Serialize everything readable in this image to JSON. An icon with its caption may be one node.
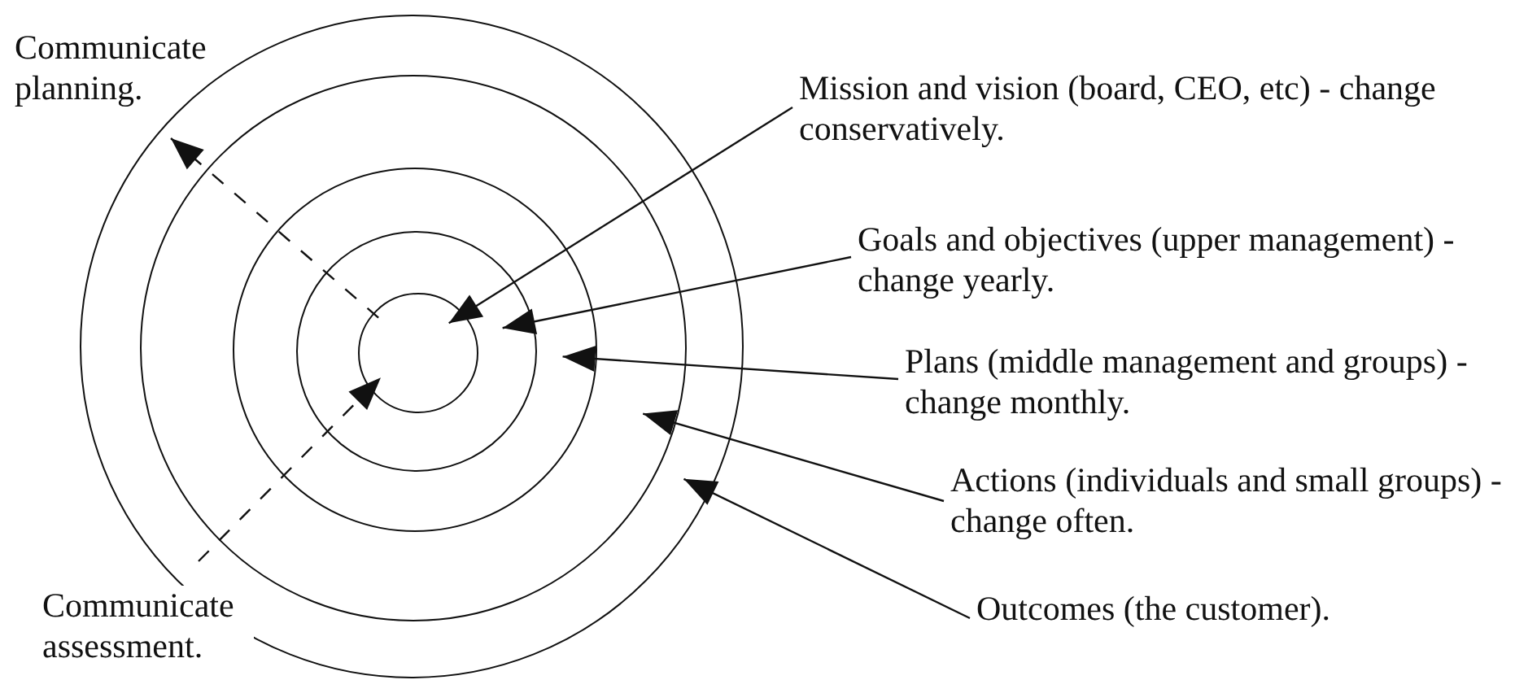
{
  "diagram": {
    "nodes": [
      {
        "text": [
          "Communicate planning."
        ]
      },
      {
        "text": [],
        "shape": "circle"
      },
      {
        "text": [],
        "shape": "circle",
        "in": 1
      },
      {
        "text": [],
        "shape": "circle",
        "in": 2
      },
      {
        "text": [],
        "shape": "circle",
        "in": 3
      },
      {
        "text": [],
        "shape": "circle",
        "in": 4
      },
      {
        "text": [
          "Mission and vision (board, CEO, etc) - change conservatively."
        ]
      },
      {
        "text": [
          "Goals and objectives (upper management) - change yearly."
        ]
      },
      {
        "text": [
          "Plans (middle management and groups) - change monthly."
        ]
      },
      {
        "text": [
          "Actions (individuals and small groups) - change often."
        ]
      },
      {
        "text": [
          "Outcomes (the customer)."
        ]
      },
      {
        "text": [
          "Communicate assessment."
        ]
      }
    ],
    "edges": [
      {
        "from": 6,
        "to": 5,
        "arrow": "to"
      },
      {
        "from": 7,
        "to": 4,
        "arrow": "to"
      },
      {
        "from": 8,
        "to": 3,
        "arrow": "to"
      },
      {
        "from": 9,
        "to": 2,
        "arrow": "to"
      },
      {
        "from": 10,
        "to": 1,
        "arrow": "to"
      },
      {
        "from": 11,
        "to": 5,
        "arrow": "to",
        "style": "dashed"
      },
      {
        "from": 5,
        "to": 0,
        "arrow": "to",
        "style": "dashed"
      }
    ]
  }
}
